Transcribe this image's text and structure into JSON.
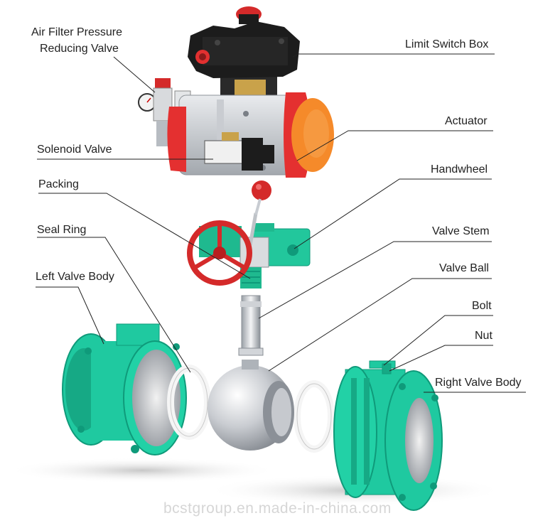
{
  "labels": {
    "air_filter_line1": "Air Filter Pressure",
    "air_filter_line2": "Reducing Valve",
    "limit_switch_box": "Limit Switch Box",
    "actuator": "Actuator",
    "solenoid_valve": "Solenoid Valve",
    "handwheel": "Handwheel",
    "packing": "Packing",
    "seal_ring": "Seal Ring",
    "valve_stem": "Valve Stem",
    "left_valve_body": "Left Valve Body",
    "valve_ball": "Valve Ball",
    "bolt": "Bolt",
    "nut": "Nut",
    "right_valve_body": "Right Valve Body"
  },
  "watermark": "bcstgroup.en.made-in-china.com",
  "colors": {
    "body_green": "#1fc9a0",
    "body_green_dark": "#0f9a7a",
    "actuator_red": "#f03a3a",
    "actuator_orange": "#f58a2a",
    "switch_box_black": "#1c1c1c",
    "handwheel_red": "#d42a2a",
    "steel": "#c8ccd2",
    "leader_line": "#222222"
  }
}
